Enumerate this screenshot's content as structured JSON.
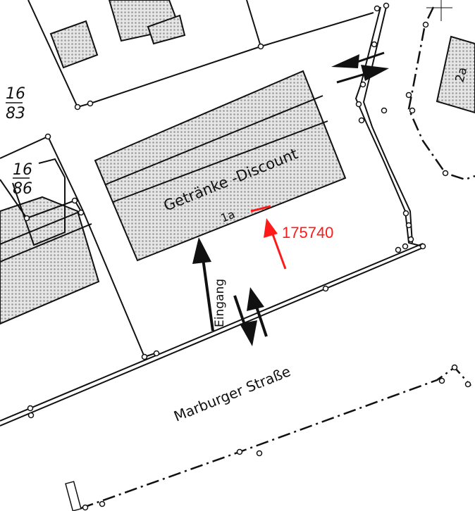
{
  "map": {
    "building_label": "Getränke -Discount",
    "house_number": "1a",
    "house_number_2": "2a",
    "entrance_label": "Eingang",
    "street_name": "Marburger Straße",
    "parcels": [
      {
        "numerator": "16",
        "denominator": "83"
      },
      {
        "numerator": "16",
        "denominator": "86"
      }
    ],
    "marker_id": "175740",
    "colors": {
      "marker": "#ff1a1a",
      "line": "#111111",
      "shading": "#9a9a9a"
    }
  }
}
